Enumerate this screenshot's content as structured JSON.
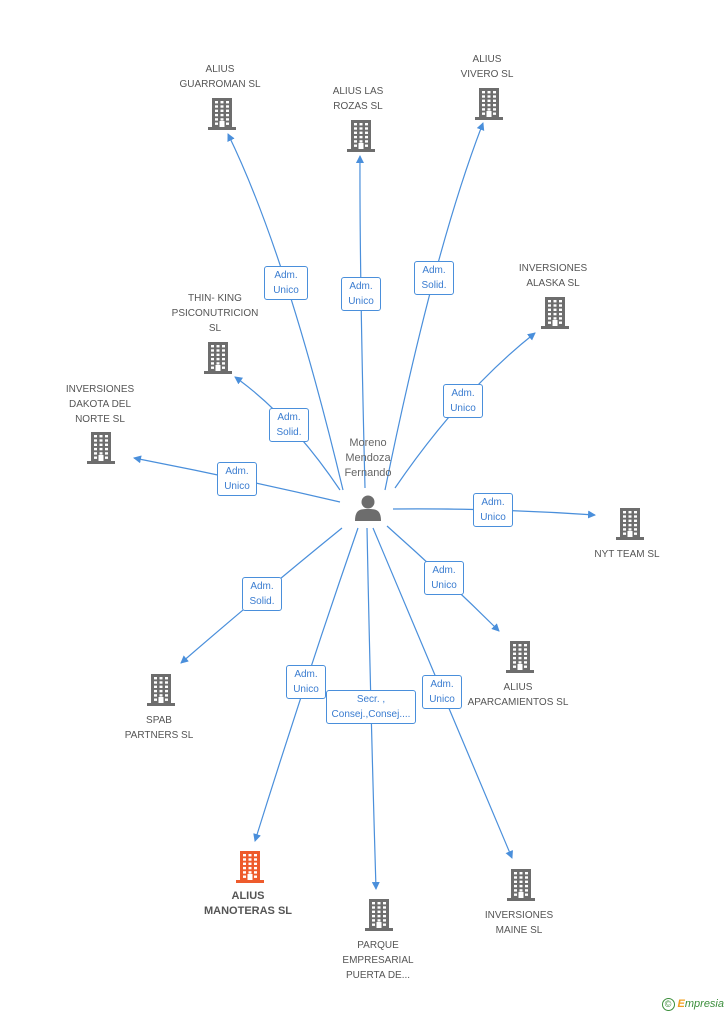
{
  "center": {
    "name_lines": [
      "Moreno",
      "Mendoza",
      "Fernando"
    ]
  },
  "companies": [
    {
      "id": "guarroman",
      "lines": [
        "ALIUS",
        "GUARROMAN SL"
      ],
      "highlight": false
    },
    {
      "id": "lasrozas",
      "lines": [
        "ALIUS LAS",
        "ROZAS SL"
      ],
      "highlight": false
    },
    {
      "id": "vivero",
      "lines": [
        "ALIUS",
        "VIVERO SL"
      ],
      "highlight": false
    },
    {
      "id": "alaska",
      "lines": [
        "INVERSIONES",
        "ALASKA SL"
      ],
      "highlight": false
    },
    {
      "id": "thinking",
      "lines": [
        "THIN- KING",
        "PSICONUTRICION",
        "SL"
      ],
      "highlight": false
    },
    {
      "id": "dakota",
      "lines": [
        "INVERSIONES",
        "DAKOTA DEL",
        "NORTE SL"
      ],
      "highlight": false
    },
    {
      "id": "nyt",
      "lines": [
        "NYT TEAM SL"
      ],
      "highlight": false
    },
    {
      "id": "aparcamientos",
      "lines": [
        "ALIUS",
        "APARCAMIENTOS SL"
      ],
      "highlight": false
    },
    {
      "id": "spab",
      "lines": [
        "SPAB",
        "PARTNERS SL"
      ],
      "highlight": false
    },
    {
      "id": "manoteras",
      "lines": [
        "ALIUS",
        "MANOTERAS SL"
      ],
      "highlight": true
    },
    {
      "id": "parque",
      "lines": [
        "PARQUE",
        "EMPRESARIAL",
        "PUERTA DE..."
      ],
      "highlight": false
    },
    {
      "id": "maine",
      "lines": [
        "INVERSIONES",
        "MAINE SL"
      ],
      "highlight": false
    }
  ],
  "relations": [
    {
      "target": "guarroman",
      "lines": [
        "Adm.",
        "Unico"
      ]
    },
    {
      "target": "lasrozas",
      "lines": [
        "Adm.",
        "Unico"
      ]
    },
    {
      "target": "vivero",
      "lines": [
        "Adm.",
        "Solid."
      ]
    },
    {
      "target": "alaska",
      "lines": [
        "Adm.",
        "Unico"
      ]
    },
    {
      "target": "thinking",
      "lines": [
        "Adm.",
        "Solid."
      ]
    },
    {
      "target": "dakota",
      "lines": [
        "Adm.",
        "Unico"
      ]
    },
    {
      "target": "nyt",
      "lines": [
        "Adm.",
        "Unico"
      ]
    },
    {
      "target": "aparcamientos",
      "lines": [
        "Adm.",
        "Unico"
      ]
    },
    {
      "target": "spab",
      "lines": [
        "Adm.",
        "Solid."
      ]
    },
    {
      "target": "manoteras",
      "lines": [
        "Adm.",
        "Unico"
      ]
    },
    {
      "target": "parque",
      "lines": [
        "Secr. ,",
        "Consej.,Consej...."
      ]
    },
    {
      "target": "maine",
      "lines": [
        "Adm.",
        "Unico"
      ]
    }
  ],
  "colors": {
    "edge": "#4a8fdb",
    "building": "#6d6d6d",
    "building_highlight": "#ee5b2c",
    "person": "#6d6d6d"
  },
  "watermark": {
    "symbol": "©",
    "brand_first": "E",
    "brand_rest": "mpresia"
  }
}
